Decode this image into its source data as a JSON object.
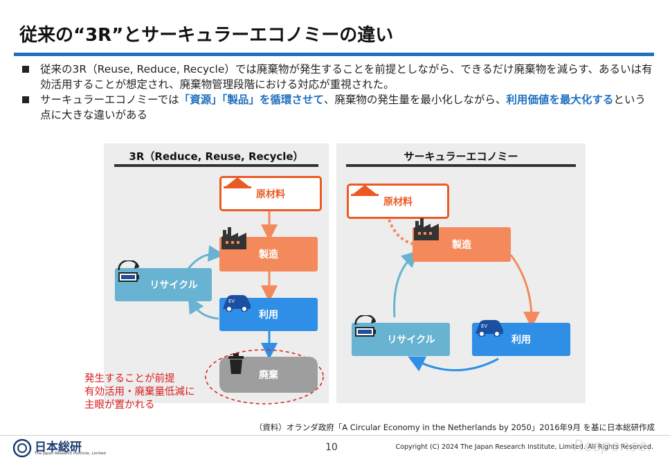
{
  "title": "従来の“3R”とサーキュラーエコノミーの違い",
  "bullets": {
    "b1": "従来の3R（Reuse, Reduce, Recycle）では廃棄物が発生することを前提としながら、できるだけ廃棄物を減らす、あるいは有効活用することが想定され、廃棄物管理段階における対応が重視された。",
    "b2_pre": "サーキュラーエコノミーでは",
    "b2_hl1": "「資源」「製品」を循環させて",
    "b2_mid": "、廃棄物の発生量を最小化しながら、",
    "b2_hl2": "利用価値を最大化する",
    "b2_post": "という点に大きな違いがある"
  },
  "left_panel": {
    "heading": "3R（Reduce, Reuse, Recycle）",
    "raw": "原材料",
    "make": "製造",
    "use": "利用",
    "recycle": "リサイクル",
    "waste": "廃棄"
  },
  "right_panel": {
    "heading": "サーキュラーエコノミー",
    "raw": "原材料",
    "make": "製造",
    "use": "利用",
    "recycle": "リサイクル"
  },
  "note": {
    "line1": "発生することが前提",
    "line2": "有効活用・廃棄量低減に",
    "line3": "主眼が置かれる"
  },
  "source": "（資料）オランダ政府「A Circular Economy in the Netherlands by 2050」2016年9月 を基に日本総研作成",
  "footer": {
    "logo": "日本総研",
    "logo_sub": "The Japan Research Institute, Limited",
    "page": "10",
    "copyright": "Copyright (C) 2024 The Japan Research Institute, Limited. All Rights Reserved.",
    "watermark": "Response."
  },
  "icons": {
    "raw": "raw-material-pile-icon",
    "make": "factory-icon",
    "use": "ev-car-icon",
    "recycle": "battery-recycle-icon",
    "waste": "trash-can-icon"
  },
  "colors": {
    "accent": "#1f6fc0",
    "raw": "#ec5a24",
    "make": "#f4895c",
    "use": "#2f8fe6",
    "recycle": "#67b3d1",
    "waste": "#9e9e9e",
    "note": "#d71c1c"
  }
}
